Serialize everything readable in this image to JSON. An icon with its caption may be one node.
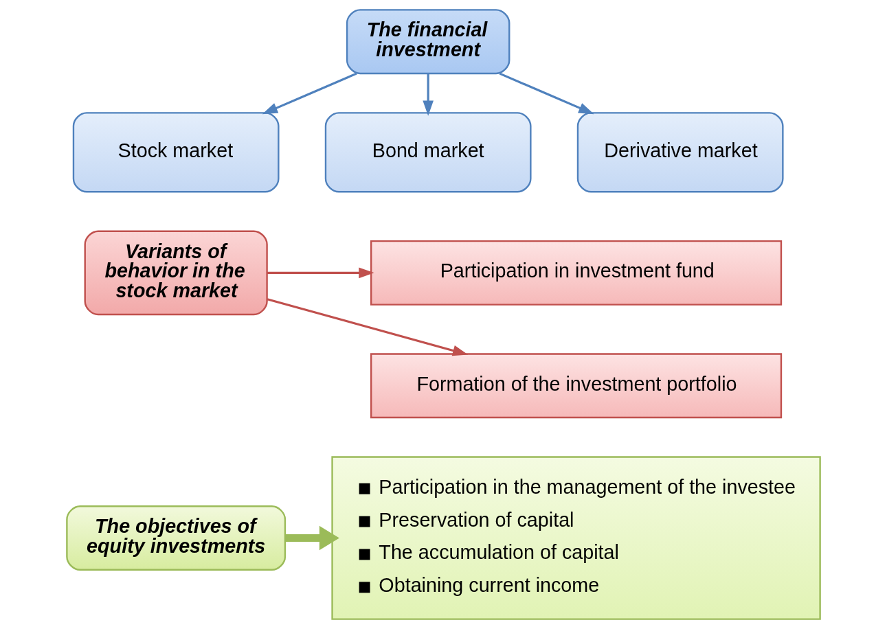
{
  "diagram": {
    "nodes": [
      {
        "text": [
          "The financial investment"
        ]
      },
      {
        "text": [
          "Stock market"
        ]
      },
      {
        "text": [
          "Bond market"
        ]
      },
      {
        "text": [
          "Derivative market"
        ]
      },
      {
        "text": [
          "Variants of behavior in the stock market"
        ]
      },
      {
        "text": [
          "Participation in investment fund"
        ]
      },
      {
        "text": [
          "Formation of the investment portfolio"
        ]
      },
      {
        "text": [
          "The objectives of equity investments"
        ]
      },
      {
        "text": [
          "Participation in the management of the investee",
          "Preservation of capital",
          "The accumulation of capital",
          "Obtaining current income"
        ]
      }
    ],
    "edges": [
      {
        "from": 0,
        "to": 1,
        "arrow": "to"
      },
      {
        "from": 0,
        "to": 2,
        "arrow": "to"
      },
      {
        "from": 0,
        "to": 3,
        "arrow": "to"
      },
      {
        "from": 4,
        "to": 5,
        "arrow": "to",
        "color": "#c0504d"
      },
      {
        "from": 4,
        "to": 6,
        "arrow": "to",
        "color": "#c0504d"
      },
      {
        "from": 7,
        "to": 8,
        "arrow": "to",
        "style": "thick",
        "color": "#9bbb59"
      }
    ]
  }
}
